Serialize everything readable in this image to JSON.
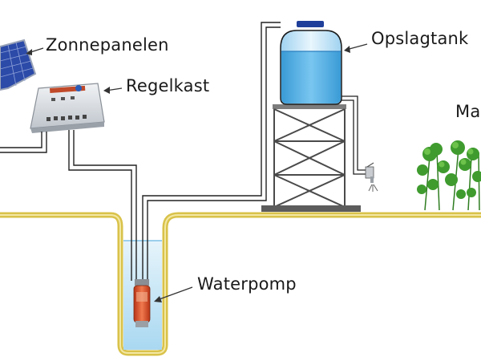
{
  "diagram": {
    "labels": {
      "solar_panels": "Zonnepanelen",
      "controller": "Regelkast",
      "storage_tank": "Opslagtank",
      "plants": "Ma",
      "water_pump": "Waterpomp"
    },
    "colors": {
      "ground_line": "#d9c24a",
      "well_water": "#cfe9f6",
      "tank_water": "#5fb4e6",
      "tank_body": "#eaf5fc",
      "pump": "#e0522a",
      "panel": "#2c4aa8",
      "controller_body": "#d9dde2",
      "tower": "#4a4a4a",
      "plant_green": "#3f9b2e"
    },
    "icons": [
      "solar-panel-icon",
      "controller-box-icon",
      "storage-tank-icon",
      "tank-tower-icon",
      "tap-icon",
      "plant-icon",
      "water-pump-icon"
    ]
  }
}
